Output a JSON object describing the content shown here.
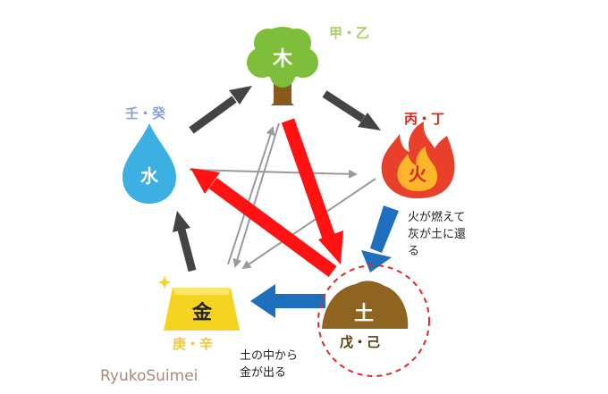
{
  "elements": {
    "wood": {
      "glyph": "木",
      "stems": "甲・乙",
      "color": "#8cc24a",
      "stem_color": "#a7cf6a"
    },
    "fire": {
      "glyph": "火",
      "stems": "丙・丁",
      "color": "#e8402a",
      "stem_color": "#d7281e"
    },
    "earth": {
      "glyph": "土",
      "stems": "戊・己",
      "color": "#8f6420",
      "stem_color": "#5a3d12"
    },
    "metal": {
      "glyph": "金",
      "stems": "庚・辛",
      "color": "#f5d321",
      "stem_color": "#f2c93d"
    },
    "water": {
      "glyph": "水",
      "stems": "壬・癸",
      "color": "#3cb0e2",
      "stem_color": "#8aa3cf"
    }
  },
  "annotations": {
    "fire_to_earth": [
      "火が燃えて",
      "灰が土に還",
      "る"
    ],
    "earth_to_metal": [
      "土の中から",
      "金が出る"
    ]
  },
  "watermark": "RyukoSuimei",
  "colors": {
    "generation_arrow": "#444444",
    "control_arrow": "#999999",
    "highlight_arrow": "#ff1212",
    "blue_arrow": "#1f6fbf",
    "dashed_circle": "#e02a2a"
  }
}
